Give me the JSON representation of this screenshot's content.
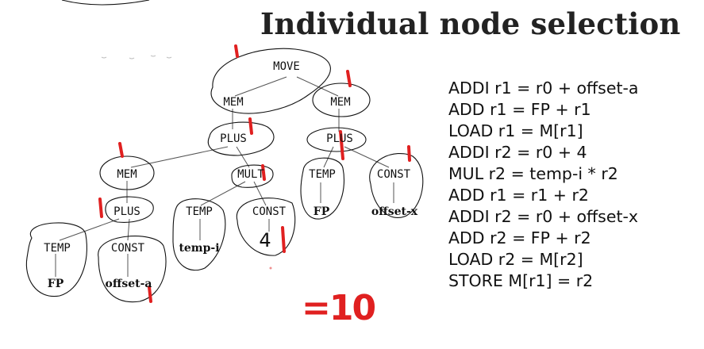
{
  "title": "Individual node selection",
  "tree": {
    "nodes": {
      "move": "MOVE",
      "mem_left": "MEM",
      "mem_right": "MEM",
      "plus_left": "PLUS",
      "plus_right": "PLUS",
      "mem_inner": "MEM",
      "mult": "MULT",
      "temp_fp_right": "TEMP",
      "fp_right": "FP",
      "const_right": "CONST",
      "offset_x": "offset-x",
      "plus_inner": "PLUS",
      "temp_i": "TEMP",
      "temp_i_value": "temp-i",
      "const_4": "CONST",
      "four": "4",
      "temp_fp_left": "TEMP",
      "fp_left": "FP",
      "const_left": "CONST",
      "offset_a": "offset-a"
    }
  },
  "instructions": [
    "ADDI r1 = r0 + offset-a",
    "ADD r1 = FP + r1",
    "LOAD r1 = M[r1]",
    "ADDI r2 = r0 + 4",
    "MUL r2 = temp-i * r2",
    "ADD r1 = r1 + r2",
    "ADDI r2 = r0 + offset-x",
    "ADD r2 = FP + r2",
    "LOAD r2 = M[r2]",
    "STORE M[r1] = r2"
  ],
  "total": "=10",
  "colors": {
    "annotation": "#e02020",
    "ink": "#111111"
  }
}
